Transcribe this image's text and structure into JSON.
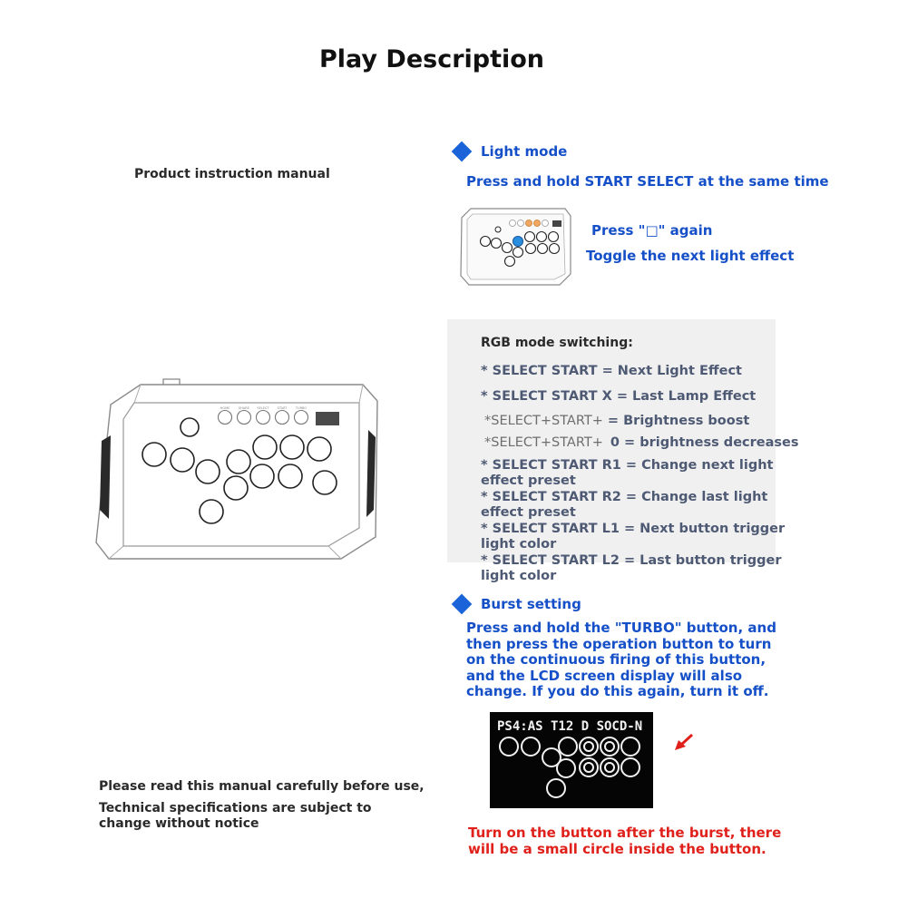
{
  "title": "Play Description",
  "left_notes": {
    "manual": "Product instruction manual",
    "read_warning": "Please read this manual carefully before use,",
    "specs_line1": "Technical specifications are subject to",
    "specs_line2": "change without notice"
  },
  "light_mode": {
    "heading": "Light mode",
    "instruction": "Press and hold START SELECT at the same time",
    "press_again": "Press \"□\" again",
    "toggle": "Toggle the next light effect"
  },
  "rgb": {
    "title": "RGB mode switching:",
    "line1": "* SELECT START = Next Light Effect",
    "line2": "* SELECT START X = Last Lamp Effect",
    "line3_prefix": "*SELECT+START+",
    "line3_suffix": " = Brightness boost",
    "line4_prefix": "*SELECT+START+",
    "line4_suffix": "0 = brightness decreases",
    "line5a": "* SELECT START R1 = Change next light",
    "line5b": "effect preset",
    "line6a": "* SELECT START R2 = Change last light",
    "line6b": "effect preset",
    "line7a": "* SELECT START L1 = Next button trigger",
    "line7b": "light color",
    "line8a": "* SELECT START L2 = Last button trigger",
    "line8b": "light color"
  },
  "burst": {
    "heading": "Burst setting",
    "line1": "Press and hold the \"TURBO\" button, and",
    "line2": "then press the operation button to turn",
    "line3": "on the continuous firing of this button,",
    "line4": "and the LCD screen display will also",
    "line5": "change. If you do this again, turn it off.",
    "lcd_text": "PS4:AS T12 D SOCD-N",
    "note1": "Turn on the button after the burst, there",
    "note2": "will be a small circle inside the button."
  },
  "device_buttons": {
    "top_labels": [
      "HOME",
      "SHARE",
      "SELECT",
      "START",
      "TURBO"
    ]
  },
  "colors": {
    "accent_blue": "#1550c8",
    "diamond_blue": "#1a63d8",
    "warning_red": "#e0201a",
    "lit_button": "#2a8ee0",
    "orange_button": "#f0a860"
  },
  "icons": [
    "diamond-bullet-icon",
    "red-arrow-icon"
  ]
}
